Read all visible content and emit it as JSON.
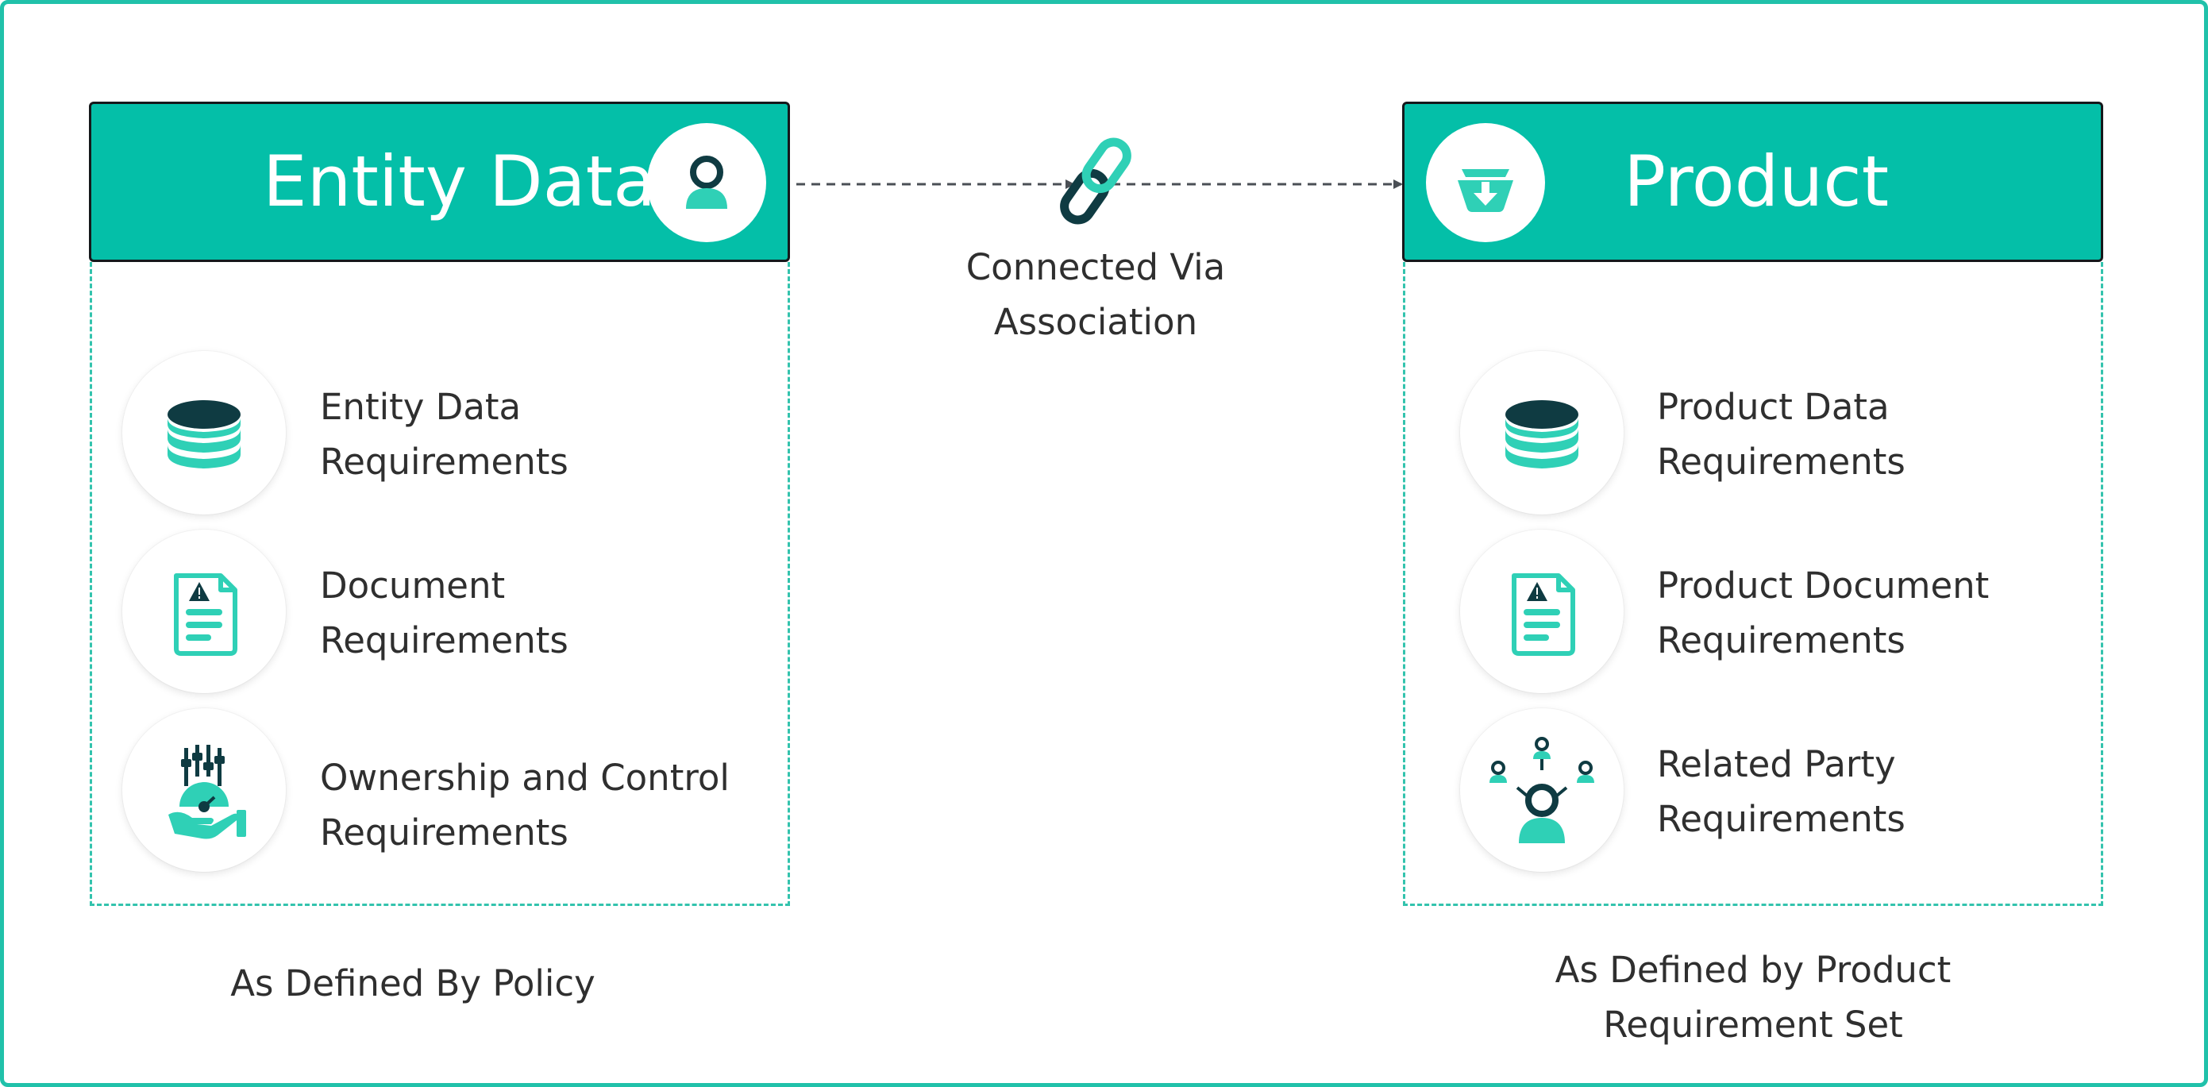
{
  "colors": {
    "accent": "#04bfa8",
    "accent_light": "#2fd0b6",
    "dark": "#0f3b42",
    "border": "#20c1aa",
    "header_outline": "#15181b",
    "text": "#2f2f2f"
  },
  "left_box": {
    "title": "Entity Data",
    "header_icon": "person-icon",
    "items": [
      {
        "icon": "database-icon",
        "line1": "Entity Data",
        "line2": "Requirements"
      },
      {
        "icon": "document-warning-icon",
        "line1": "Document",
        "line2": "Requirements"
      },
      {
        "icon": "hand-gauge-controls-icon",
        "line1": "Ownership and Control",
        "line2": "Requirements"
      }
    ],
    "caption": "As Defined By Policy"
  },
  "right_box": {
    "title": "Product",
    "header_icon": "basket-download-icon",
    "items": [
      {
        "icon": "database-icon",
        "line1": "Product Data",
        "line2": "Requirements"
      },
      {
        "icon": "document-warning-icon",
        "line1": "Product Document",
        "line2": "Requirements"
      },
      {
        "icon": "related-party-network-icon",
        "line1": "Related Party",
        "line2": "Requirements"
      }
    ],
    "caption_line1": "As Defined by Product",
    "caption_line2": "Requirement Set"
  },
  "connector": {
    "icon": "chain-link-icon",
    "line1": "Connected Via",
    "line2": "Association"
  }
}
